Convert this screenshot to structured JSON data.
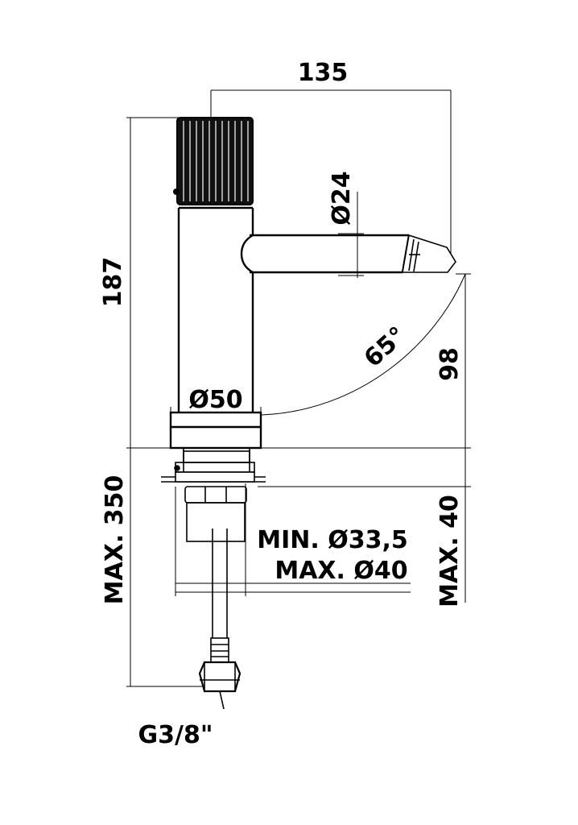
{
  "dimensions": {
    "width_top": "135",
    "height_body": "187",
    "spout_diameter": "Ø24",
    "spout_angle": "65°",
    "spout_height": "98",
    "base_diameter": "Ø50",
    "max_length": "MAX. 350",
    "hole_min": "MIN. Ø33,5",
    "hole_max": "MAX. Ø40",
    "max_thickness": "MAX. 40",
    "connection": "G3/8\""
  },
  "colors": {
    "line": "#000000",
    "background": "#ffffff"
  }
}
